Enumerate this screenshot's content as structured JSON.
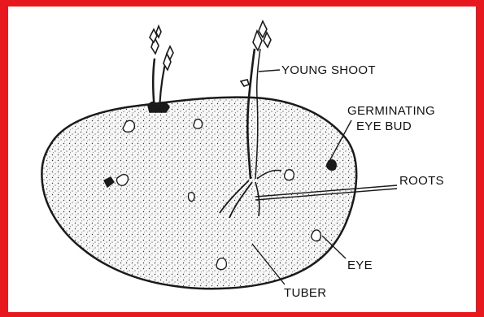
{
  "colors": {
    "frame": "#e8191e",
    "ink": "#1a1a1a",
    "tuber_fill": "#f4f4f4"
  },
  "cut_title": "... ... ... g ...",
  "labels": {
    "young_shoot": "YOUNG SHOOT",
    "germinating_line1": "GERMINATING",
    "germinating_line2": "EYE BUD",
    "roots": "ROOTS",
    "eye": "EYE",
    "tuber": "TUBER"
  }
}
